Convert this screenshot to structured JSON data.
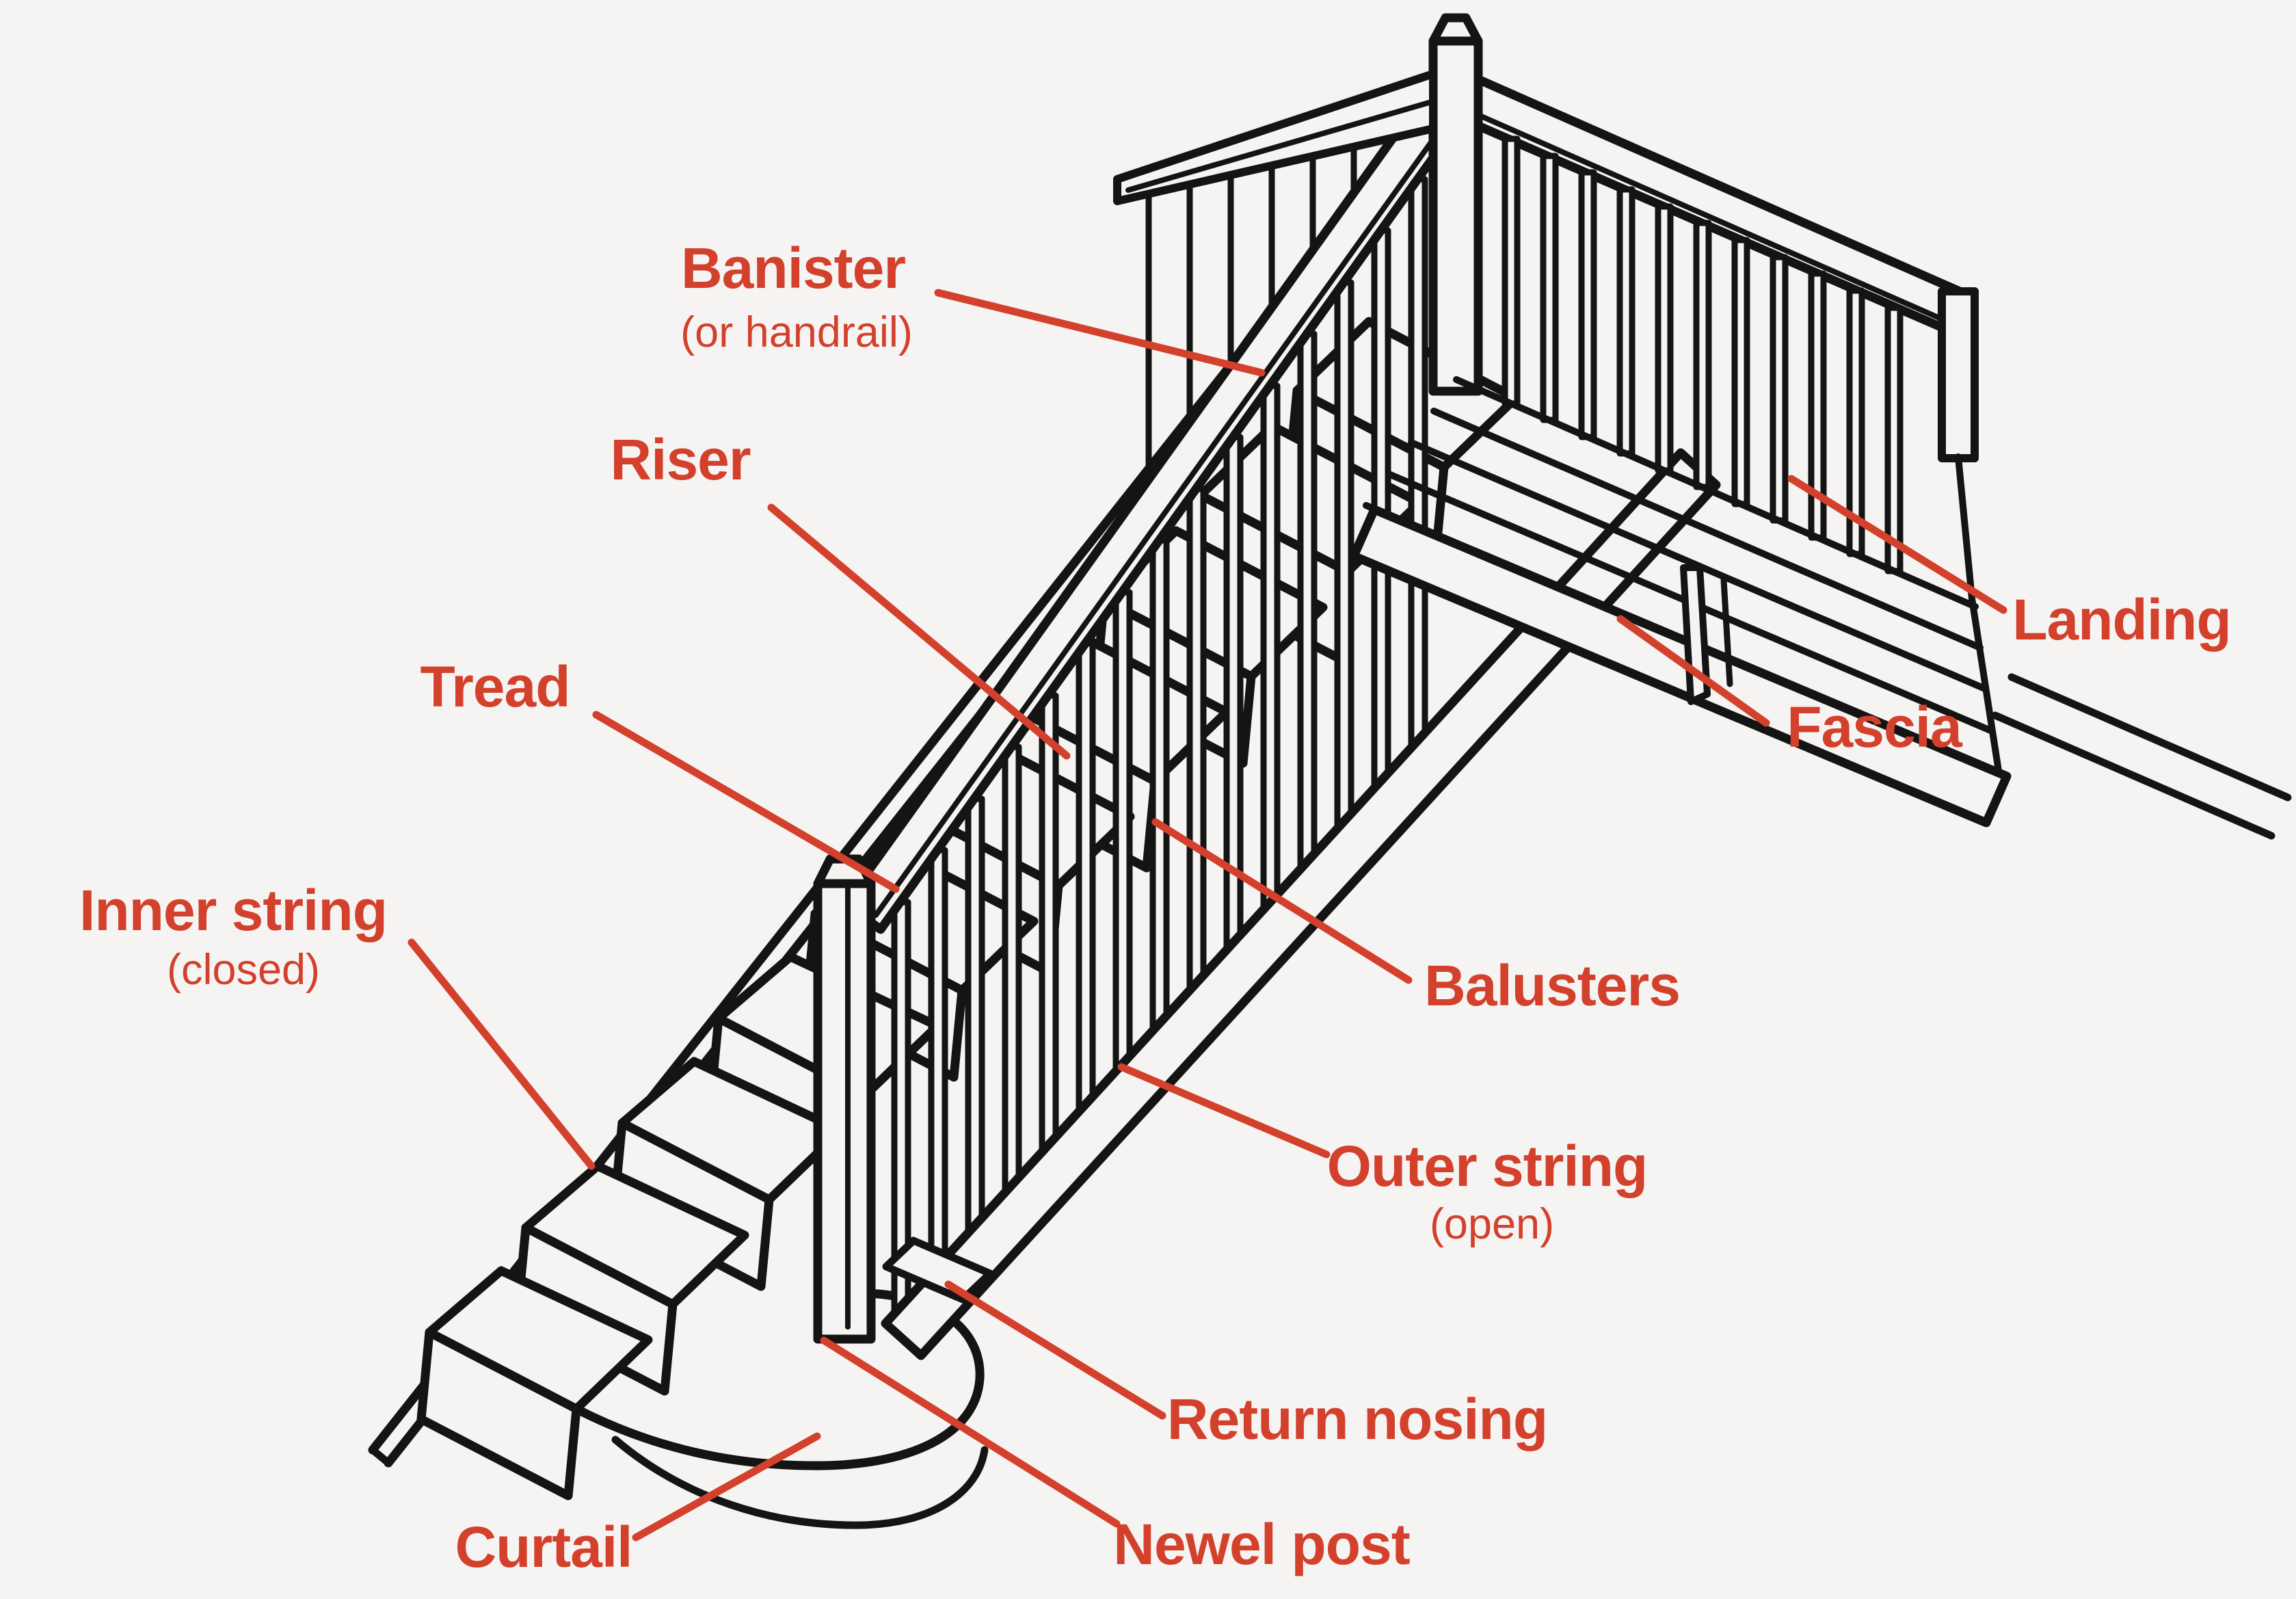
{
  "diagram": {
    "subject": "staircase-parts",
    "labels": {
      "banister": {
        "text": "Banister",
        "subtext": "(or handrail)"
      },
      "riser": {
        "text": "Riser"
      },
      "tread": {
        "text": "Tread"
      },
      "inner_string": {
        "text": "Inner string",
        "subtext": "(closed)"
      },
      "curtail": {
        "text": "Curtail"
      },
      "newel_post": {
        "text": "Newel post"
      },
      "return_nosing": {
        "text": "Return nosing"
      },
      "outer_string": {
        "text": "Outer string",
        "subtext": "(open)"
      },
      "balusters": {
        "text": "Balusters"
      },
      "fascia": {
        "text": "Fascia"
      },
      "landing": {
        "text": "Landing"
      }
    },
    "colors": {
      "label": "#d3402c",
      "leader_line": "#d3402c",
      "ink": "#141414",
      "background": "#f5f4f2"
    }
  }
}
